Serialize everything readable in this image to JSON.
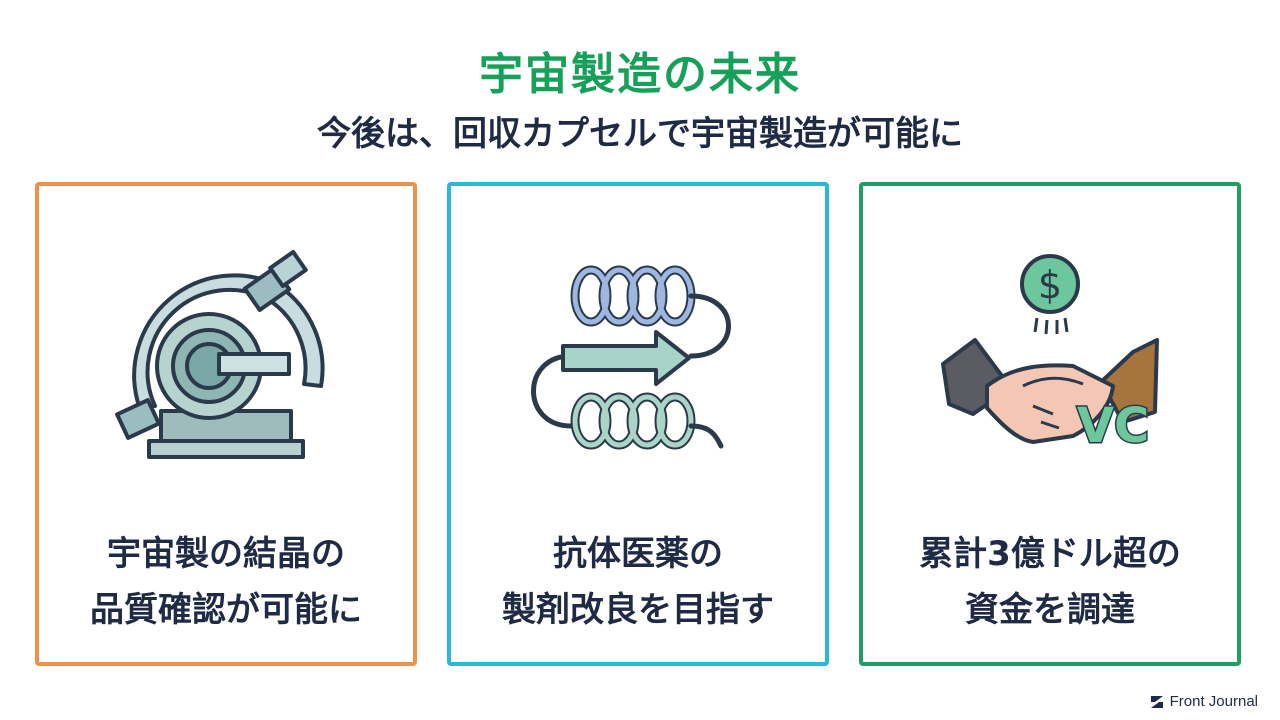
{
  "header": {
    "title": "宇宙製造の未来",
    "subtitle": "今後は、回収カプセルで宇宙製造が可能に"
  },
  "cards": [
    {
      "line1": "宇宙製の結晶の",
      "line2": "品質確認が可能に",
      "border_color": "#f0914a",
      "icon": "xray-diffractometer-icon"
    },
    {
      "line1": "抗体医薬の",
      "line2": "製剤改良を目指す",
      "border_color": "#2ab8d8",
      "icon": "antibody-coil-icon"
    },
    {
      "line1": "累計3億ドル超の",
      "line2": "資金を調達",
      "border_color": "#1f9f63",
      "icon": "vc-handshake-icon"
    }
  ],
  "vc_label": "VC",
  "brand": {
    "name": "Front Journal"
  },
  "colors": {
    "accent": "#17a05a",
    "text": "#1f2a44"
  }
}
